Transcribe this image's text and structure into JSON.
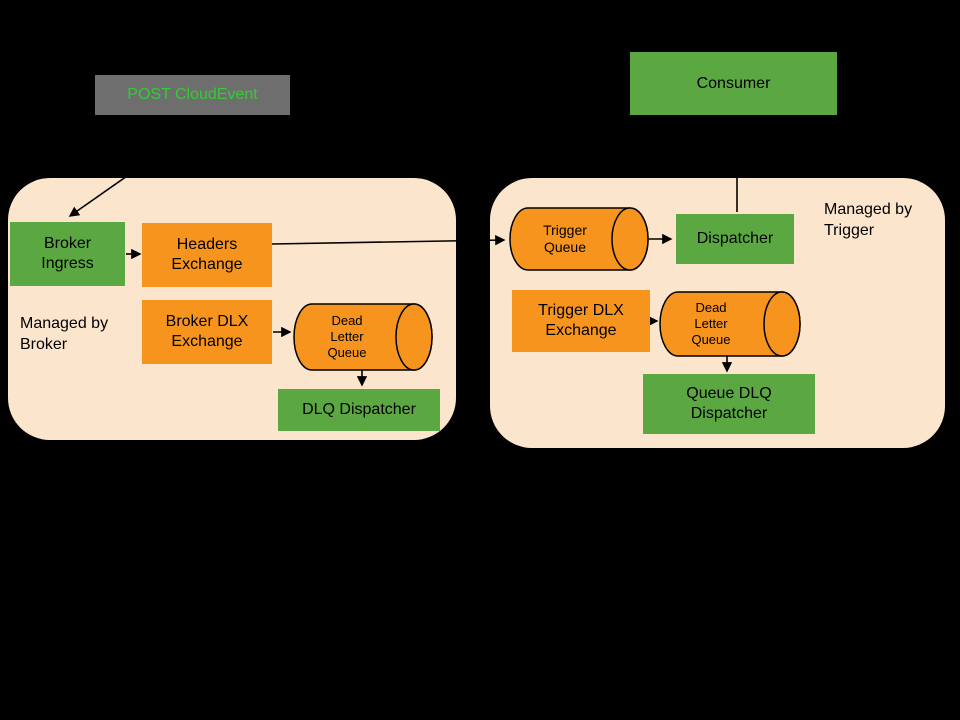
{
  "colors": {
    "background": "#000000",
    "container": "#fce5cd",
    "orange": "#f6941d",
    "green": "#5ba843",
    "gray": "#6e6e6e",
    "post_text": "#33cc33",
    "text": "#000000",
    "line": "#000000"
  },
  "external": {
    "post_cloudevent": "POST CloudEvent",
    "consumer": "Consumer"
  },
  "broker": {
    "managed_by": "Managed by Broker",
    "ingress": "Broker Ingress",
    "headers_exchange": "Headers Exchange",
    "dlx_exchange": "Broker DLX Exchange",
    "dead_letter_queue": "Dead Letter Queue",
    "dlq_dispatcher": "DLQ Dispatcher"
  },
  "trigger": {
    "managed_by": "Managed by Trigger",
    "queue": "Trigger Queue",
    "dispatcher": "Dispatcher",
    "dlx_exchange": "Trigger DLX Exchange",
    "dead_letter_queue": "Dead Letter Queue",
    "dlq_dispatcher": "Queue DLQ Dispatcher"
  }
}
